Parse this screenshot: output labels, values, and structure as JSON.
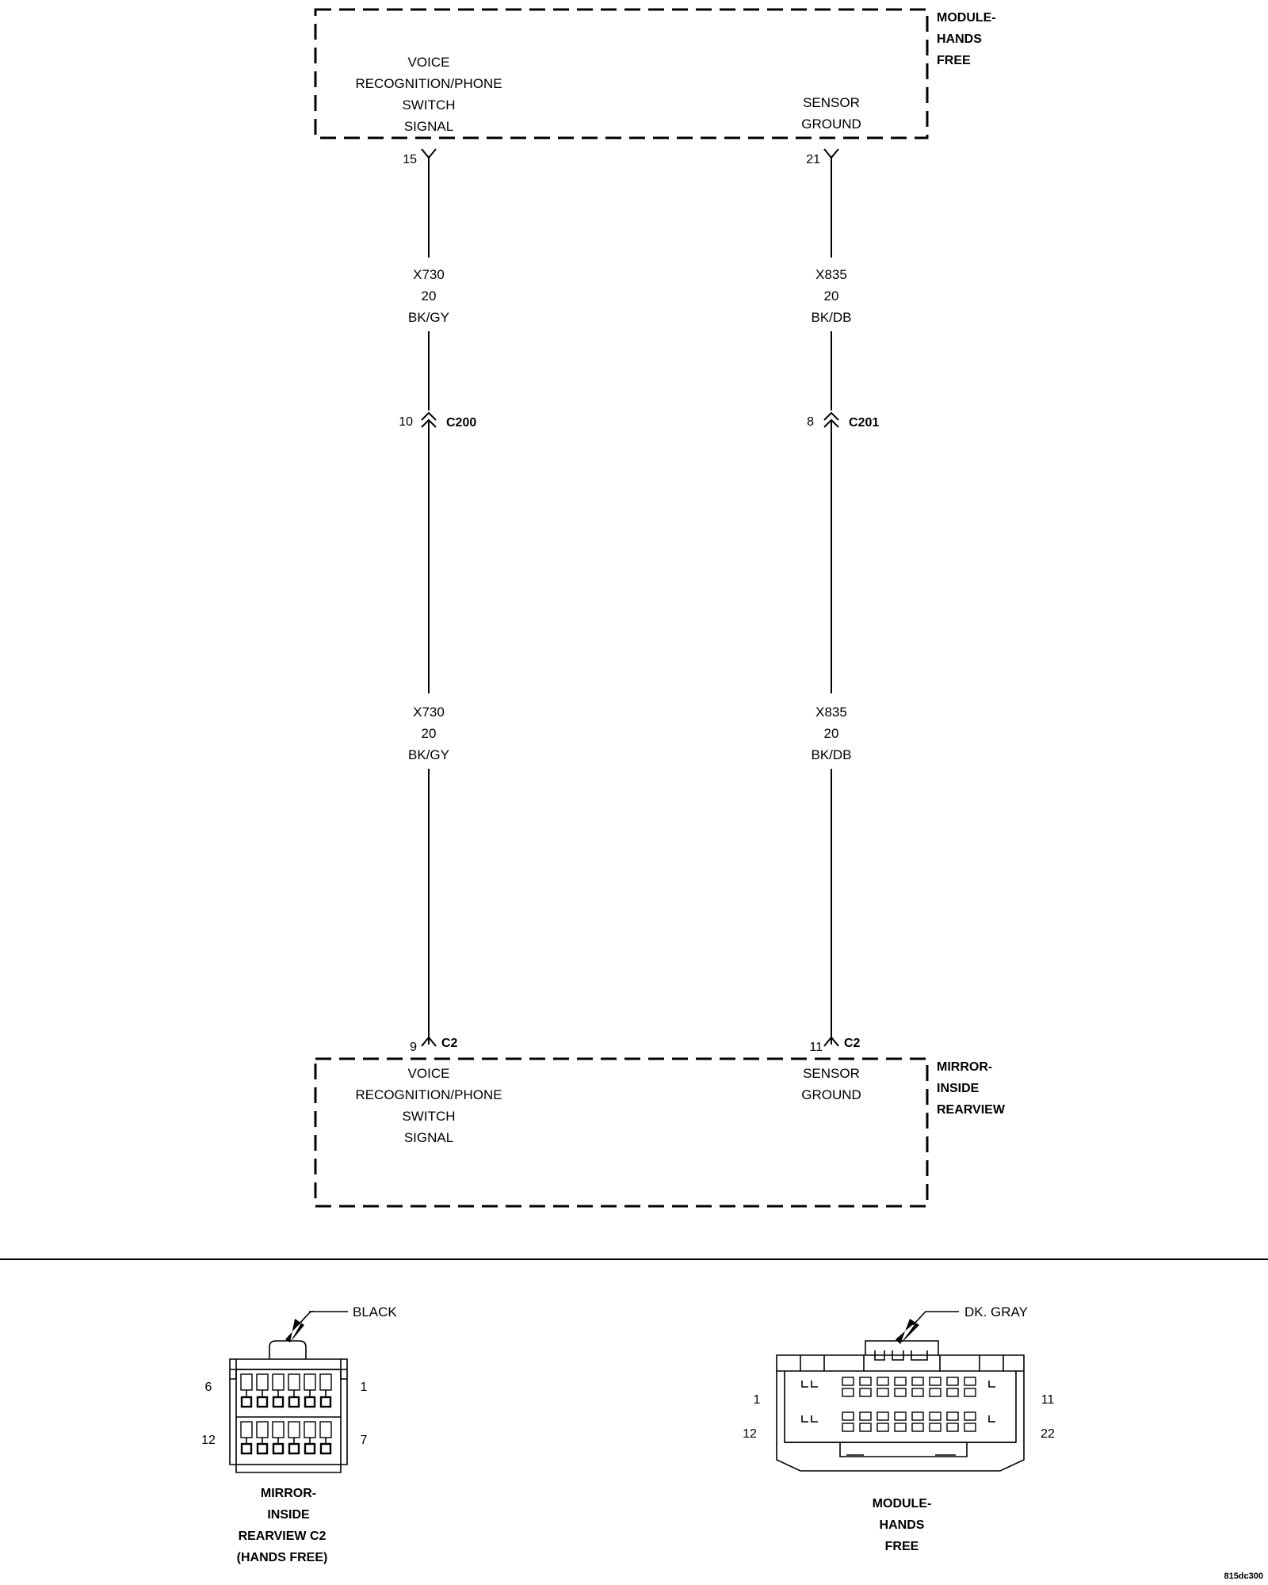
{
  "module_hands_free": {
    "name": [
      "MODULE-",
      "HANDS",
      "FREE"
    ],
    "pin_left_label": [
      "VOICE",
      "RECOGNITION/PHONE",
      "SWITCH",
      "SIGNAL"
    ],
    "pin_right_label": [
      "SENSOR",
      "GROUND"
    ],
    "pin_left": "15",
    "pin_right": "21"
  },
  "wire_left": {
    "circuit": "X730",
    "gauge": "20",
    "color": "BK/GY",
    "connector": "C200",
    "connector_pin": "10"
  },
  "wire_right": {
    "circuit": "X835",
    "gauge": "20",
    "color": "BK/DB",
    "connector": "C201",
    "connector_pin": "8"
  },
  "mirror_inside_rearview": {
    "name": [
      "MIRROR-",
      "INSIDE",
      "REARVIEW"
    ],
    "pin_left_label": [
      "VOICE",
      "RECOGNITION/PHONE",
      "SWITCH",
      "SIGNAL"
    ],
    "pin_right_label": [
      "SENSOR",
      "GROUND"
    ],
    "pin_left": "9",
    "pin_right": "11",
    "connector": "C2"
  },
  "connector_views": {
    "mirror": {
      "color": "BLACK",
      "pin_top_left": "6",
      "pin_top_right": "1",
      "pin_bottom_left": "12",
      "pin_bottom_right": "7",
      "caption": [
        "MIRROR-",
        "INSIDE",
        "REARVIEW C2",
        "(HANDS FREE)"
      ]
    },
    "module": {
      "color": "DK. GRAY",
      "pin_top_left": "1",
      "pin_top_right": "11",
      "pin_bottom_left": "12",
      "pin_bottom_right": "22",
      "caption": [
        "MODULE-",
        "HANDS",
        "FREE"
      ]
    }
  },
  "figure_id": "815dc300"
}
